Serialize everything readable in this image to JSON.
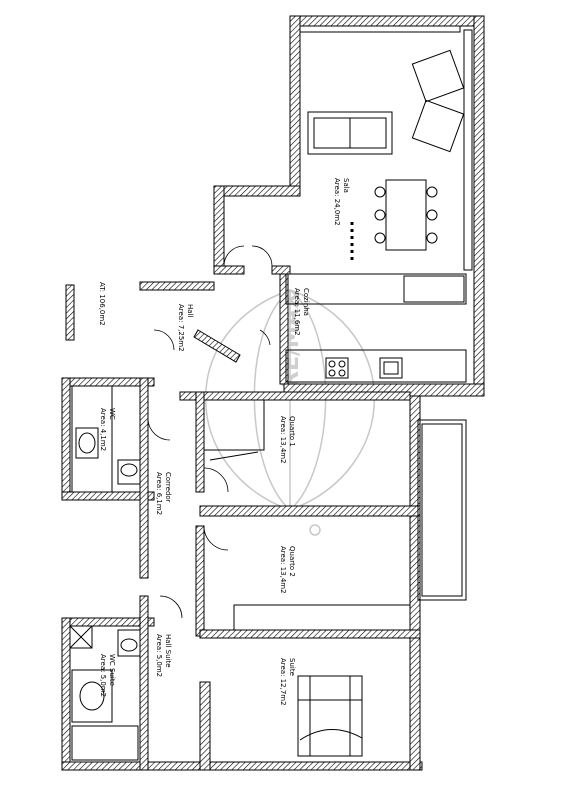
{
  "rooms": {
    "sala": {
      "name": "Sala",
      "area": "Area: 24,0m2"
    },
    "cozinha": {
      "name": "Cozinha",
      "area": "Area: 11,6m2"
    },
    "hall": {
      "name": "Hall",
      "area": "Area: 7,25m2"
    },
    "wc": {
      "name": "WC",
      "area": "Area: 4,1m2"
    },
    "corredor": {
      "name": "Corredor",
      "area": "Area: 6,1m2"
    },
    "quarto1": {
      "name": "Quarto 1",
      "area": "Area: 13,4m2"
    },
    "quarto2": {
      "name": "Quarto 2",
      "area": "Area: 13,4m2"
    },
    "hall_suite": {
      "name": "Hall Suite",
      "area": "Area: 5,0m2"
    },
    "wc_suite": {
      "name": "WC Suite",
      "area": "Area: 5,0m2"
    },
    "suite": {
      "name": "Suite",
      "area": "Area: 12,7m2"
    }
  },
  "total": {
    "label": "AT: 106,0m2"
  },
  "watermark": {
    "text": "RE/MAX",
    "color": "#cfcfcf"
  }
}
